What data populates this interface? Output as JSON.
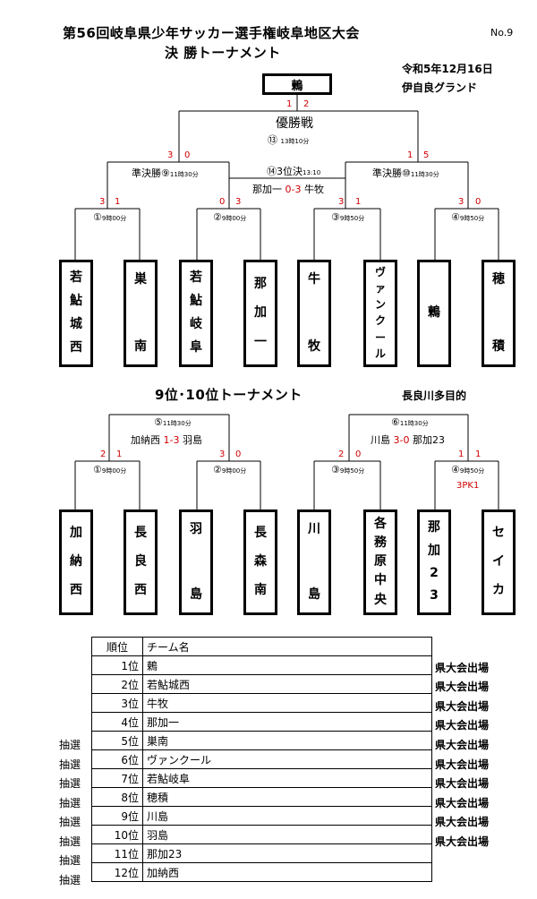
{
  "header": {
    "title": "第56回岐阜県少年サッカー選手権岐阜地区大会",
    "doc_no": "No.9",
    "subtitle": "決 勝トーナメント",
    "date": "令和5年12月16日",
    "venue": "伊自良グランド"
  },
  "main": {
    "champion": "鶫",
    "final": {
      "label": "優勝戦",
      "num": "⑬",
      "time": "13時10分",
      "score_l": "1",
      "score_r": "2"
    },
    "semi1": {
      "label": "準決勝⑨",
      "time": "11時30分",
      "score_l": "3",
      "score_r": "0"
    },
    "semi2": {
      "label": "準決勝⑩",
      "time": "11時30分",
      "score_l": "1",
      "score_r": "5"
    },
    "third": {
      "label": "⑭3位決",
      "time": "13:10",
      "team_l": "那加一",
      "score": "0-3",
      "team_r": "牛牧"
    },
    "r1": [
      {
        "num": "①",
        "time": "9時00分",
        "score_l": "3",
        "score_r": "1"
      },
      {
        "num": "②",
        "time": "9時00分",
        "score_l": "0",
        "score_r": "3"
      },
      {
        "num": "③",
        "time": "9時50分",
        "score_l": "3",
        "score_r": "1"
      },
      {
        "num": "④",
        "time": "9時50分",
        "score_l": "3",
        "score_r": "0"
      }
    ],
    "teams": [
      [
        "若",
        "鮎",
        "城",
        "西"
      ],
      [
        "巣",
        "南"
      ],
      [
        "若",
        "鮎",
        "岐",
        "阜"
      ],
      [
        "那",
        "加",
        "一"
      ],
      [
        "牛",
        "牧"
      ],
      [
        "ヴ",
        "ァ",
        "ン",
        "ク",
        "ー",
        "ル"
      ],
      [
        "鶫"
      ],
      [
        "穂",
        "積"
      ]
    ]
  },
  "lower": {
    "title": "9位･10位トーナメント",
    "venue": "長良川多目的",
    "m5": {
      "num": "⑤",
      "time": "11時30分",
      "team_l": "加納西",
      "score": "1-3",
      "team_r": "羽島"
    },
    "m6": {
      "num": "⑥",
      "time": "11時30分",
      "team_l": "川島",
      "score": "3-0",
      "team_r": "那加23"
    },
    "r1": [
      {
        "num": "①",
        "time": "9時00分",
        "score_l": "2",
        "score_r": "1"
      },
      {
        "num": "②",
        "time": "9時00分",
        "score_l": "3",
        "score_r": "0"
      },
      {
        "num": "③",
        "time": "9時50分",
        "score_l": "2",
        "score_r": "0"
      },
      {
        "num": "④",
        "time": "9時50分",
        "score_l": "1",
        "score_r": "1",
        "pk": "3PK1"
      }
    ],
    "teams": [
      [
        "加",
        "納",
        "西"
      ],
      [
        "長",
        "良",
        "西"
      ],
      [
        "羽",
        "島"
      ],
      [
        "長",
        "森",
        "南"
      ],
      [
        "川",
        "島"
      ],
      [
        "各",
        "務",
        "原",
        "中",
        "央"
      ],
      [
        "那",
        "加",
        "2",
        "3"
      ],
      [
        "セ",
        "イ",
        "カ"
      ]
    ]
  },
  "ranking": {
    "header_rank": "順位",
    "header_team": "チーム名",
    "rows": [
      {
        "left": "",
        "rank": "1位",
        "team": "鶫",
        "right": "県大会出場"
      },
      {
        "left": "",
        "rank": "2位",
        "team": "若鮎城西",
        "right": "県大会出場"
      },
      {
        "left": "",
        "rank": "3位",
        "team": "牛牧",
        "right": "県大会出場"
      },
      {
        "left": "",
        "rank": "4位",
        "team": "那加一",
        "right": "県大会出場"
      },
      {
        "left": "抽選",
        "rank": "5位",
        "team": "巣南",
        "right": "県大会出場"
      },
      {
        "left": "抽選",
        "rank": "6位",
        "team": "ヴァンクール",
        "right": "県大会出場"
      },
      {
        "left": "抽選",
        "rank": "7位",
        "team": "若鮎岐阜",
        "right": "県大会出場"
      },
      {
        "left": "抽選",
        "rank": "8位",
        "team": "穂積",
        "right": "県大会出場"
      },
      {
        "left": "抽選",
        "rank": "9位",
        "team": "川島",
        "right": "県大会出場"
      },
      {
        "left": "抽選",
        "rank": "10位",
        "team": "羽島",
        "right": "県大会出場"
      },
      {
        "left": "抽選",
        "rank": "11位",
        "team": "那加23",
        "right": ""
      },
      {
        "left": "抽選",
        "rank": "12位",
        "team": "加納西",
        "right": ""
      }
    ]
  }
}
